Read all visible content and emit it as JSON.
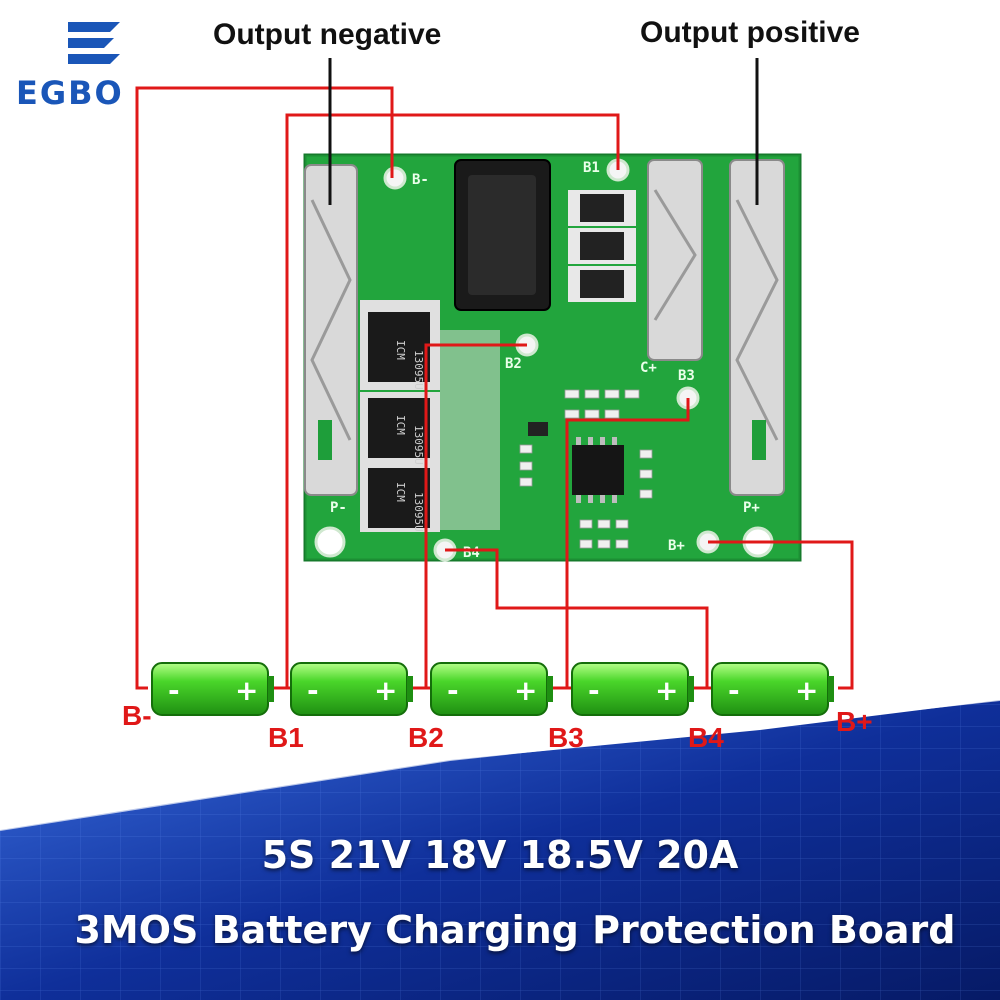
{
  "brand": {
    "name": "EGBO"
  },
  "callouts": {
    "output_negative": "Output negative",
    "output_positive": "Output positive"
  },
  "terminals": [
    "B-",
    "B1",
    "B2",
    "B3",
    "B4",
    "B+"
  ],
  "board": {
    "pad_labels": {
      "b_minus": "B-",
      "b1": "B1",
      "b2": "B2",
      "b3": "B3",
      "b4": "B4",
      "b_plus": "B+",
      "p_minus": "P-",
      "p_plus": "P+",
      "c_plus": "C+"
    },
    "mosfet_marking": "13095U",
    "mosfet_brand": "ICM"
  },
  "cells": [
    {
      "neg": "-",
      "pos": "+"
    },
    {
      "neg": "-",
      "pos": "+"
    },
    {
      "neg": "-",
      "pos": "+"
    },
    {
      "neg": "-",
      "pos": "+"
    },
    {
      "neg": "-",
      "pos": "+"
    }
  ],
  "headline": {
    "line1": "5S 21V 18V 18.5V 20A",
    "line2": "3MOS Battery Charging Protection Board"
  },
  "colors": {
    "wire": "#e01818",
    "pcb": "#1e9e3a",
    "cell": "#4ad62a",
    "banner": "#0b2a8f",
    "brand": "#1a56b8"
  }
}
